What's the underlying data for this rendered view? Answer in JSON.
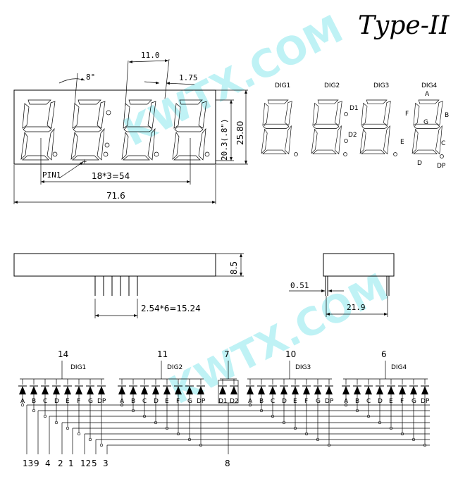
{
  "title": "Type-II",
  "watermark": "KWTX.COM",
  "dimensions": {
    "angle": "8°",
    "digit_width": "11.0",
    "segment_width": "1.75",
    "pitch": "18*3=54",
    "pin1": "PIN1",
    "total_width": "71.6",
    "digit_height": "20.3(.8\")",
    "total_height": "25.80",
    "depth": "8.5",
    "pin_pitch": "2.54*6=15.24",
    "pin_diameter": "0.51",
    "row_spacing": "21.9"
  },
  "digit_labels": [
    "DIG1",
    "DIG2",
    "DIG3",
    "DIG4"
  ],
  "segment_labels": {
    "a": "A",
    "b": "B",
    "c": "C",
    "d": "D",
    "e": "E",
    "f": "F",
    "g": "G",
    "dp": "DP",
    "d1": "D1",
    "d2": "D2"
  },
  "schematic": {
    "groups": [
      {
        "pin": "14",
        "label": "DIG1",
        "segments": [
          "A",
          "B",
          "C",
          "D",
          "E",
          "F",
          "G",
          "DP"
        ]
      },
      {
        "pin": "11",
        "label": "DIG2",
        "segments": [
          "A",
          "B",
          "C",
          "D",
          "E",
          "F",
          "G",
          "DP"
        ]
      },
      {
        "pin": "7",
        "label": "",
        "segments": [
          "D1",
          "D2"
        ]
      },
      {
        "pin": "10",
        "label": "DIG3",
        "segments": [
          "A",
          "B",
          "C",
          "D",
          "E",
          "F",
          "G",
          "DP"
        ]
      },
      {
        "pin": "6",
        "label": "DIG4",
        "segments": [
          "A",
          "B",
          "C",
          "D",
          "E",
          "F",
          "G",
          "DP"
        ]
      }
    ],
    "bottom_pins": [
      "13",
      "9",
      "4",
      "2",
      "1",
      "12",
      "5",
      "3"
    ],
    "colon_pin": "8"
  }
}
